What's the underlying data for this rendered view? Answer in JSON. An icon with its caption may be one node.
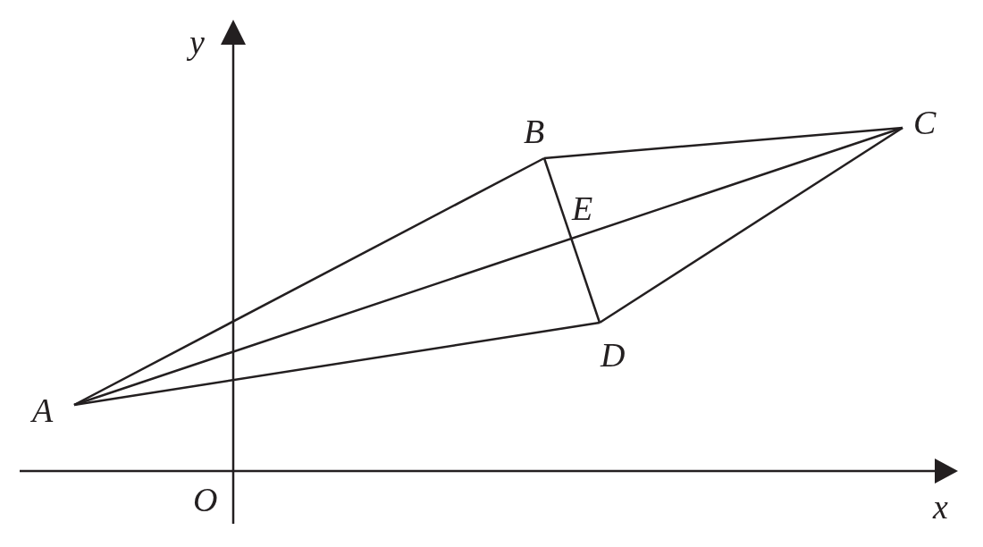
{
  "diagram": {
    "nodes": [
      {
        "text": [
          "A"
        ]
      },
      {
        "text": [
          "B"
        ]
      },
      {
        "text": [
          "C"
        ]
      },
      {
        "text": [
          "D"
        ]
      }
    ],
    "edges": [
      {
        "from": 0,
        "to": 1,
        "arrow": "none"
      },
      {
        "from": 1,
        "to": 2,
        "arrow": "none"
      },
      {
        "from": 2,
        "to": 3,
        "arrow": "none"
      },
      {
        "from": 3,
        "to": 0,
        "arrow": "none"
      },
      {
        "from": 0,
        "to": 2,
        "arrow": "none"
      },
      {
        "from": 1,
        "to": 3,
        "arrow": "none"
      }
    ],
    "labels": [
      "y",
      "E",
      "O",
      "x"
    ]
  }
}
